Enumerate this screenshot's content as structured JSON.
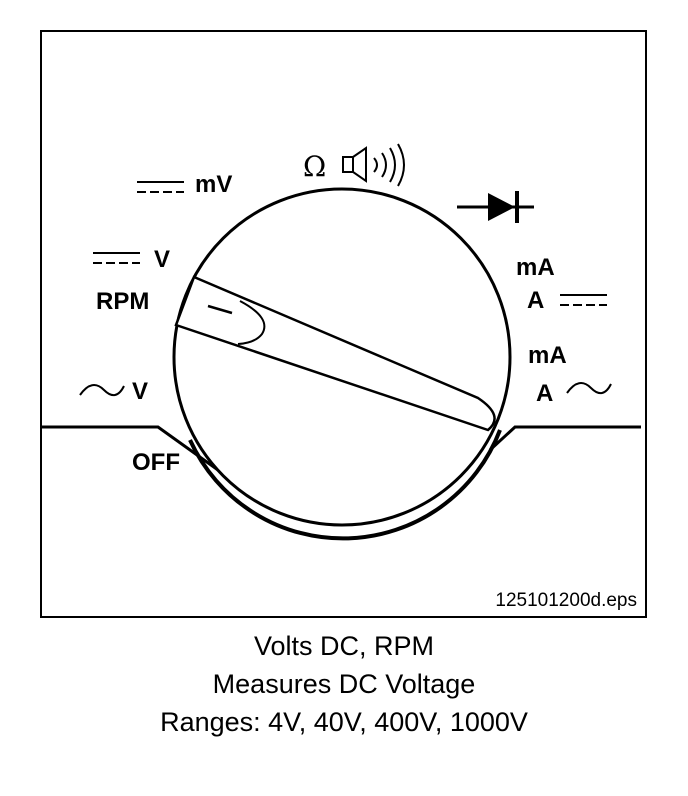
{
  "dial": {
    "labels": {
      "dc_mv": "mV",
      "dc_v": "V",
      "rpm": "RPM",
      "ac_v": "V",
      "off": "OFF",
      "ma_dc": "mA",
      "a_dc": "A",
      "ma_ac": "mA",
      "a_ac": "A"
    },
    "icons": [
      "ohm-symbol-icon",
      "speaker-icon",
      "sound-waves-icon",
      "diode-icon",
      "dc-symbol-icon",
      "ac-symbol-icon"
    ],
    "ohm_symbol": "Ω"
  },
  "file_label": "125101200d.eps",
  "caption": {
    "line1": "Volts DC, RPM",
    "line2": "Measures DC Voltage",
    "line3": "Ranges: 4V, 40V, 400V, 1000V"
  }
}
